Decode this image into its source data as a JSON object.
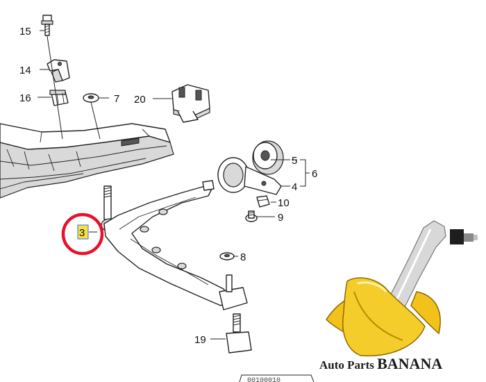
{
  "callouts": {
    "p15": "15",
    "p14": "14",
    "p16": "16",
    "p7": "7",
    "p20": "20",
    "p5": "5",
    "p6": "6",
    "p4": "4",
    "p10": "10",
    "p9": "9",
    "p3": "3",
    "p8": "8",
    "p19": "19"
  },
  "watermark": {
    "prefix": "Auto Parts ",
    "brand": "BANANA",
    "colors": {
      "text": "#1a1a1a",
      "banana_yellow": "#f2c21b",
      "banana_dark": "#8a6a00",
      "highlight_circle": "#e8102a",
      "highlight_box": "#f5e04a"
    }
  },
  "footer_code": "00100010"
}
